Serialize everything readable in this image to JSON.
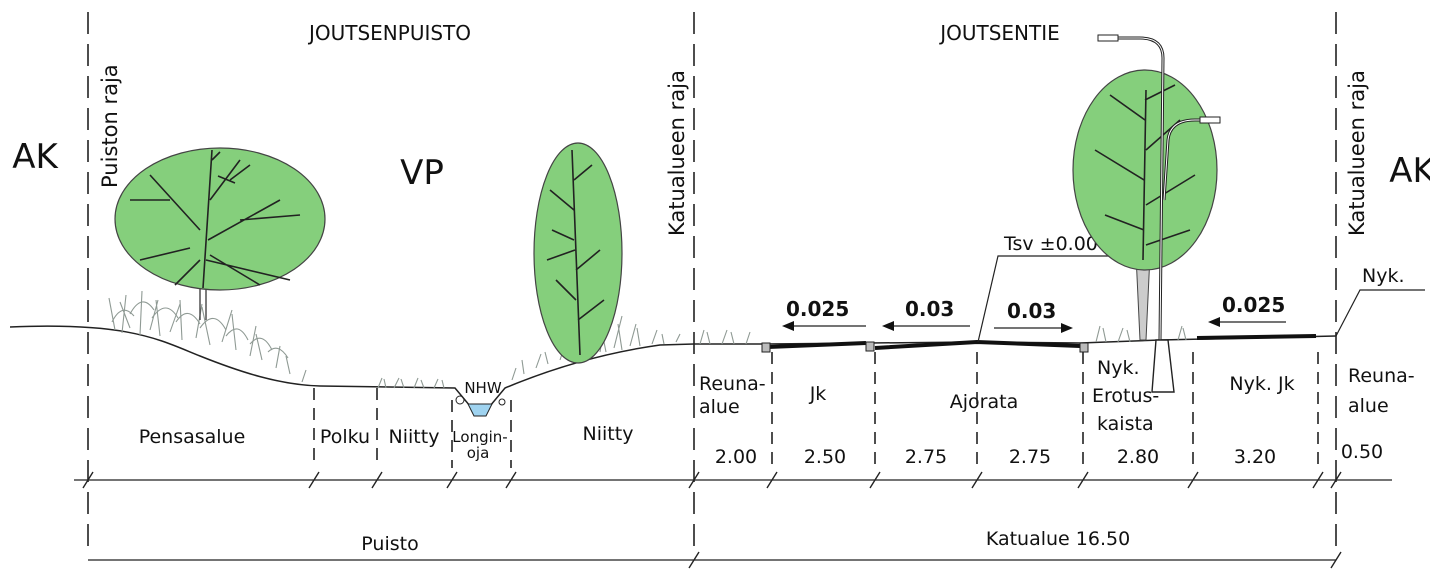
{
  "titles": {
    "park": "JOUTSENPUISTO",
    "street": "JOUTSENTIE"
  },
  "zones": {
    "left": "AK",
    "right": "AK",
    "park_code": "VP"
  },
  "boundaries": {
    "park": "Puiston raja",
    "street_left": "Katualueen raja",
    "street_right": "Katualueen raja"
  },
  "level": "Tsv ±0.00",
  "existing": "Nyk.",
  "slopes": [
    "0.025",
    "0.03",
    "0.03",
    "0.025"
  ],
  "water_mark": "NHW",
  "park_areas": [
    "Pensasalue",
    "Polku",
    "Niitty",
    "Longin-",
    "oja",
    "Niitty"
  ],
  "street_areas": {
    "reuna_left_1": "Reuna-",
    "reuna_left_2": "alue",
    "jk": "Jk",
    "ajorata": "Ajorata",
    "erotus_1": "Nyk.",
    "erotus_2": "Erotus-",
    "erotus_3": "kaista",
    "nyk_jk": "Nyk. Jk",
    "reuna_right_1": "Reuna-",
    "reuna_right_2": "alue"
  },
  "widths": [
    "2.00",
    "2.50",
    "2.75",
    "2.75",
    "2.80",
    "3.20",
    "0.50"
  ],
  "totals": {
    "park": "Puisto",
    "street": "Katualue 16.50"
  },
  "colors": {
    "canopy": "#85cf7c",
    "water": "#9fd3f0",
    "line": "#222222"
  }
}
